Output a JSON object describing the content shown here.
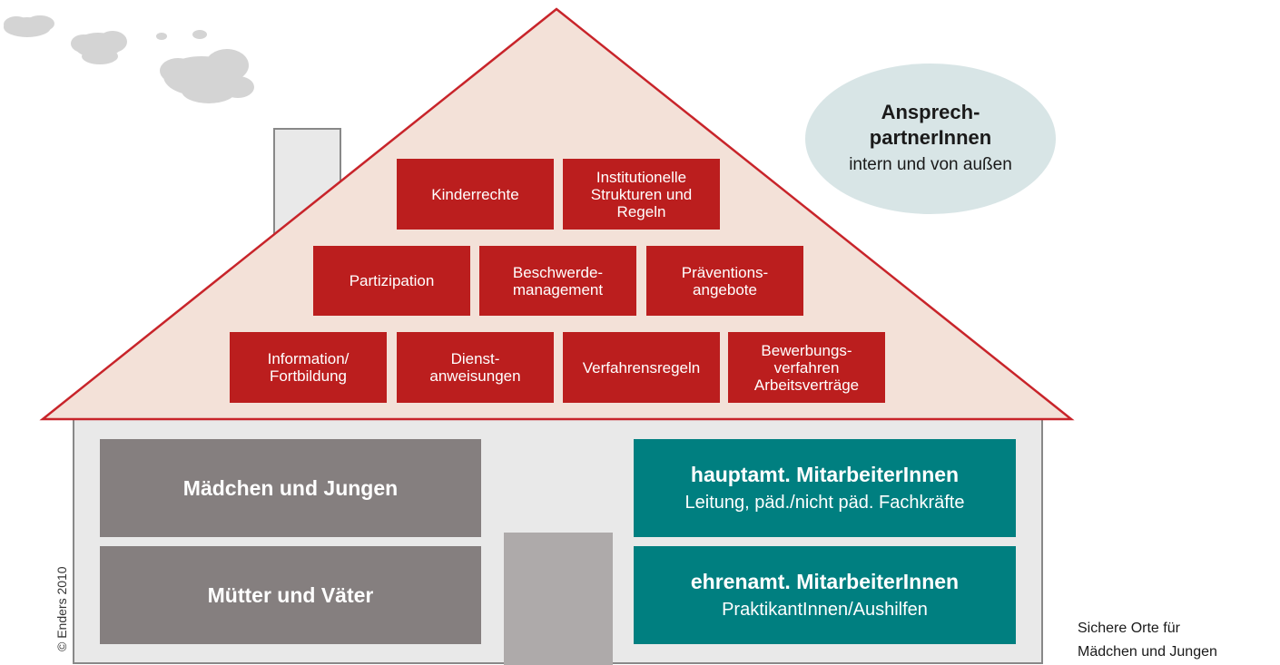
{
  "roof": {
    "row1": [
      "Kinderrechte",
      "Institutionelle\nStrukturen und\nRegeln"
    ],
    "row2": [
      "Partizipation",
      "Beschwerde-\nmanagement",
      "Präventions-\nangebote"
    ],
    "row3": [
      "Information/\nFortbildung",
      "Dienst-\nanweisungen",
      "Verfahrensregeln",
      "Bewerbungs-\nverfahren\nArbeitsverträge"
    ]
  },
  "ground_floor": {
    "left": {
      "top": "Mädchen und Jungen",
      "bottom": "Mütter und Väter"
    },
    "right": {
      "top": {
        "title": "hauptamt. MitarbeiterInnen",
        "subtitle": "Leitung, päd./nicht päd. Fachkräfte"
      },
      "bottom": {
        "title": "ehrenamt. MitarbeiterInnen",
        "subtitle": "PraktikantInnen/Aushilfen"
      }
    }
  },
  "bubble": {
    "title": "Ansprech-\npartnerInnen",
    "subtitle": "intern und von außen"
  },
  "copyright": "© Enders 2010",
  "caption": "Sichere Orte für\nMädchen und Jungen",
  "colors": {
    "roof_fill": "#f3e1d8",
    "roof_outline": "#c8242a",
    "roof_box": "#bb1e1e",
    "grey_box": "#857f7f",
    "teal_box": "#007f80",
    "bubble": "#d8e5e6",
    "wall": "#e9e9e9"
  }
}
